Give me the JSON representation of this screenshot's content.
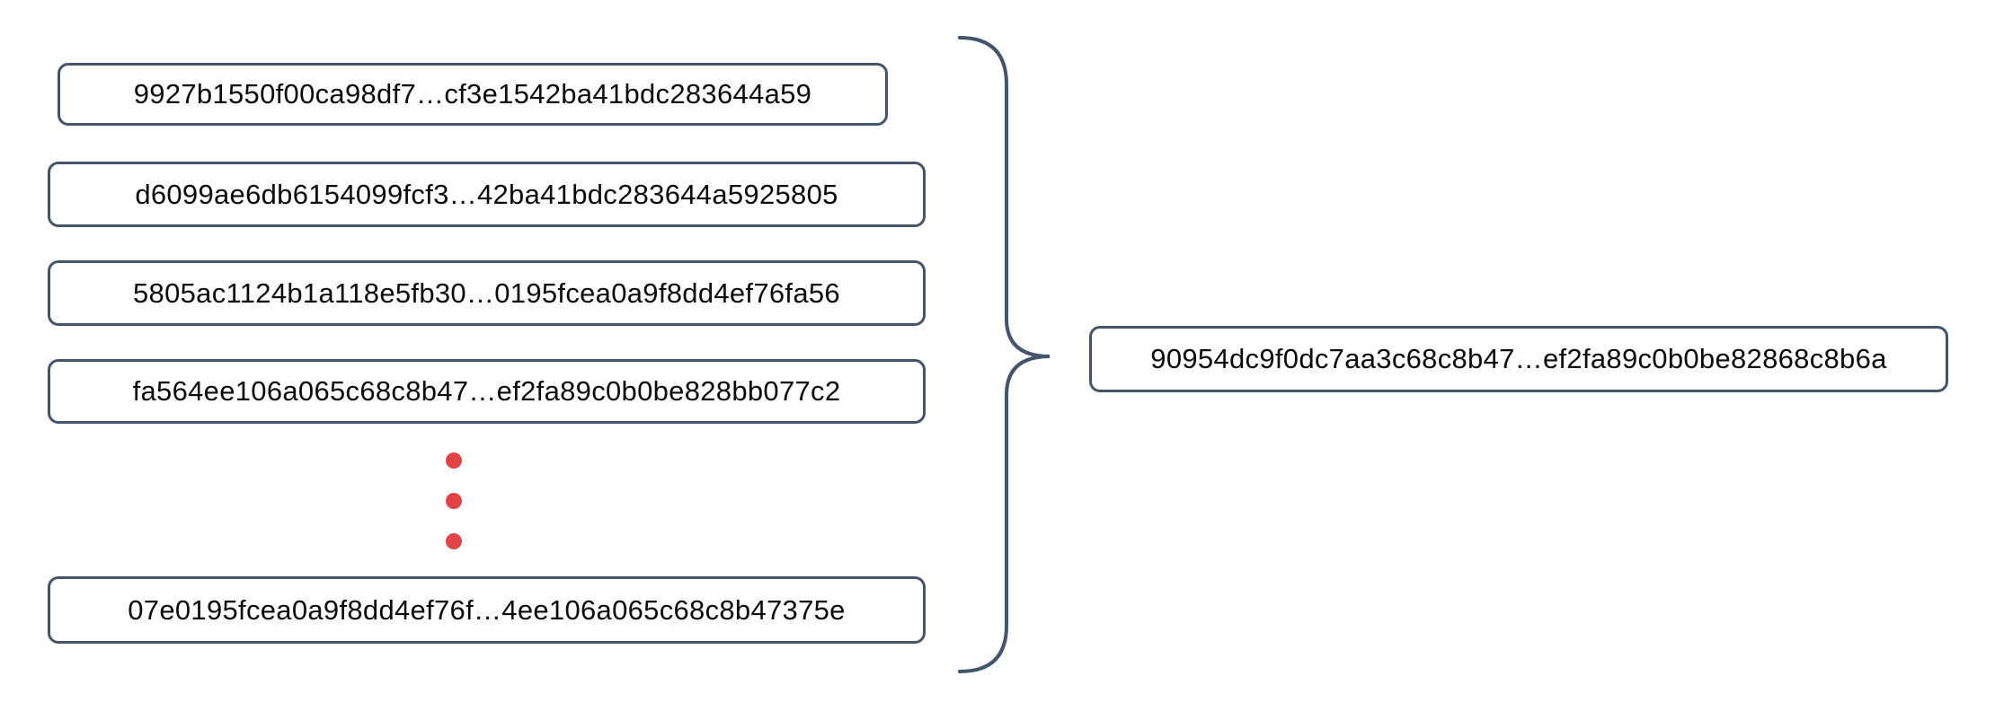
{
  "diagram": {
    "left_hashes": [
      "9927b1550f00ca98df7…cf3e1542ba41bdc283644a59",
      "d6099ae6db6154099fcf3…42ba41bdc283644a5925805",
      "5805ac1124b1a118e5fb30…0195fcea0a9f8dd4ef76fa56",
      "fa564ee106a065c68c8b47…ef2fa89c0b0be828bb077c2",
      "07e0195fcea0a9f8dd4ef76f…4ee106a065c68c8b47375e"
    ],
    "result_hash": "90954dc9f0dc7aa3c68c8b47…ef2fa89c0b0be82868c8b6a"
  },
  "colors": {
    "background": "#ffffff",
    "box_border": "#44546a",
    "brace": "#44546a",
    "dot": "#e14444",
    "text": "#0b0b0b"
  }
}
